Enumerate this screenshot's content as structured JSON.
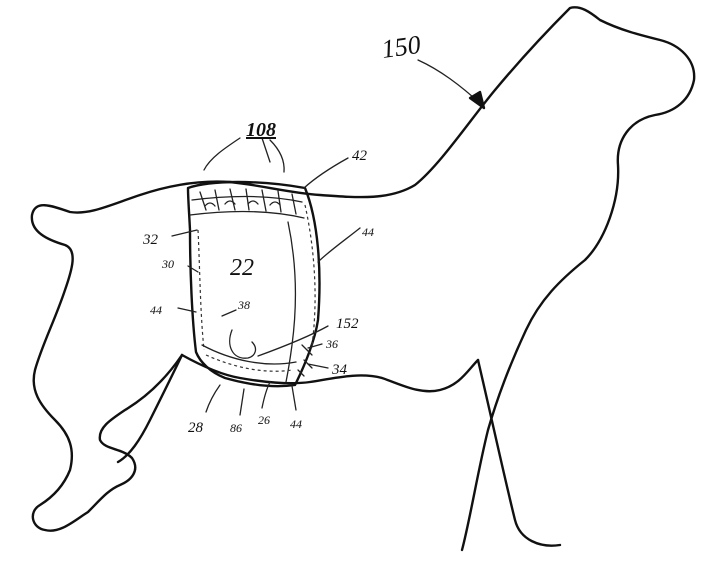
{
  "figure": {
    "labels": {
      "l150": "150",
      "l108": "108",
      "l42": "42",
      "l32": "32",
      "l44a": "44",
      "l30": "30",
      "l22": "22",
      "l44b": "44",
      "l38": "38",
      "l152": "152",
      "l36": "36",
      "l34": "34",
      "l28": "28",
      "l86": "86",
      "l26": "26",
      "l44c": "44"
    }
  }
}
